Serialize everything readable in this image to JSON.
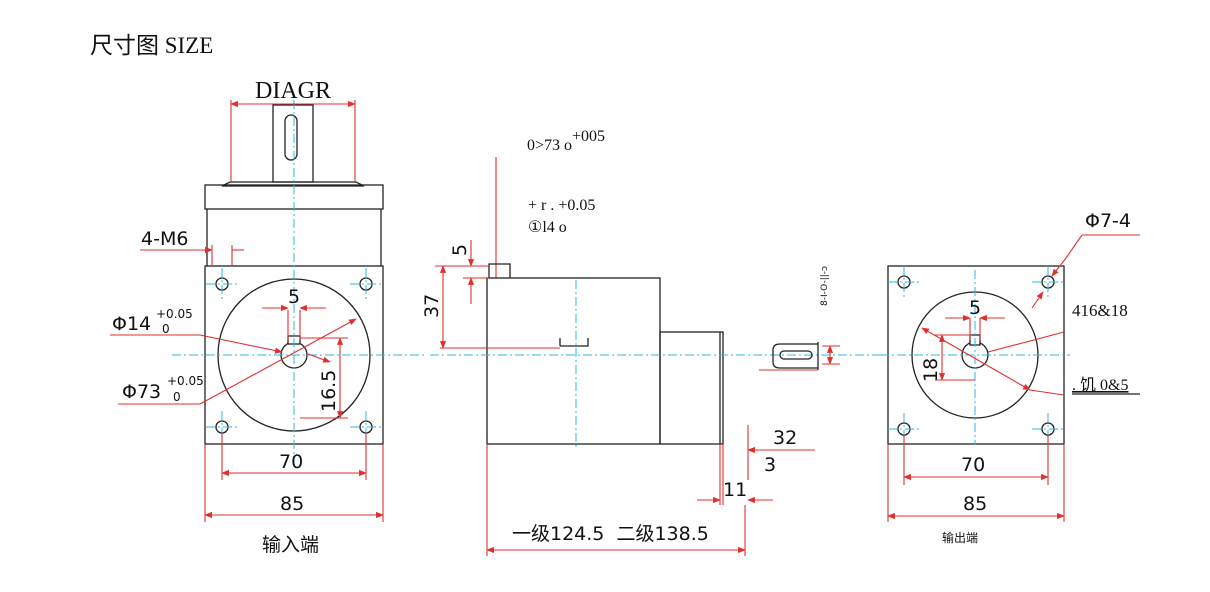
{
  "header": {
    "title": "尺寸图 SIZE"
  },
  "colors": {
    "dimension": "#e0302e",
    "centerline": "#2fb7e6",
    "outline": "#222222"
  },
  "input_view": {
    "top_label": "DIAGR",
    "thread_label": "4-M6",
    "bore_label": "Φ14",
    "bore_tol_upper": "+0.05",
    "bore_tol_lower": "0",
    "pilot_label": "Φ73",
    "pilot_tol_upper": "+0.05",
    "pilot_tol_lower": "0",
    "keyway_width": "5",
    "key_height": "16.5",
    "hole_spacing": "70",
    "flange_width": "85",
    "caption": "输入端"
  },
  "side_view": {
    "note_line1_main": "0>73 o",
    "note_line1_sup": "+005",
    "note_line2": "+ r . +0.05",
    "note_line3": "①l4 o",
    "key_height": "5",
    "shaft_offset": "37",
    "shaft_length": "32",
    "shoulder": "3",
    "spacer": "11",
    "length_label": "一级124.5  二级138.5",
    "vertical_note": "8-I-O-||-ɔ"
  },
  "output_view": {
    "hole_label": "Φ7-4",
    "shaft_label": "416&18",
    "pilot_label": ". 饥 0&5",
    "keyway_width": "5",
    "key_height": "18",
    "hole_spacing": "70",
    "flange_width": "85",
    "caption": "输出端"
  }
}
